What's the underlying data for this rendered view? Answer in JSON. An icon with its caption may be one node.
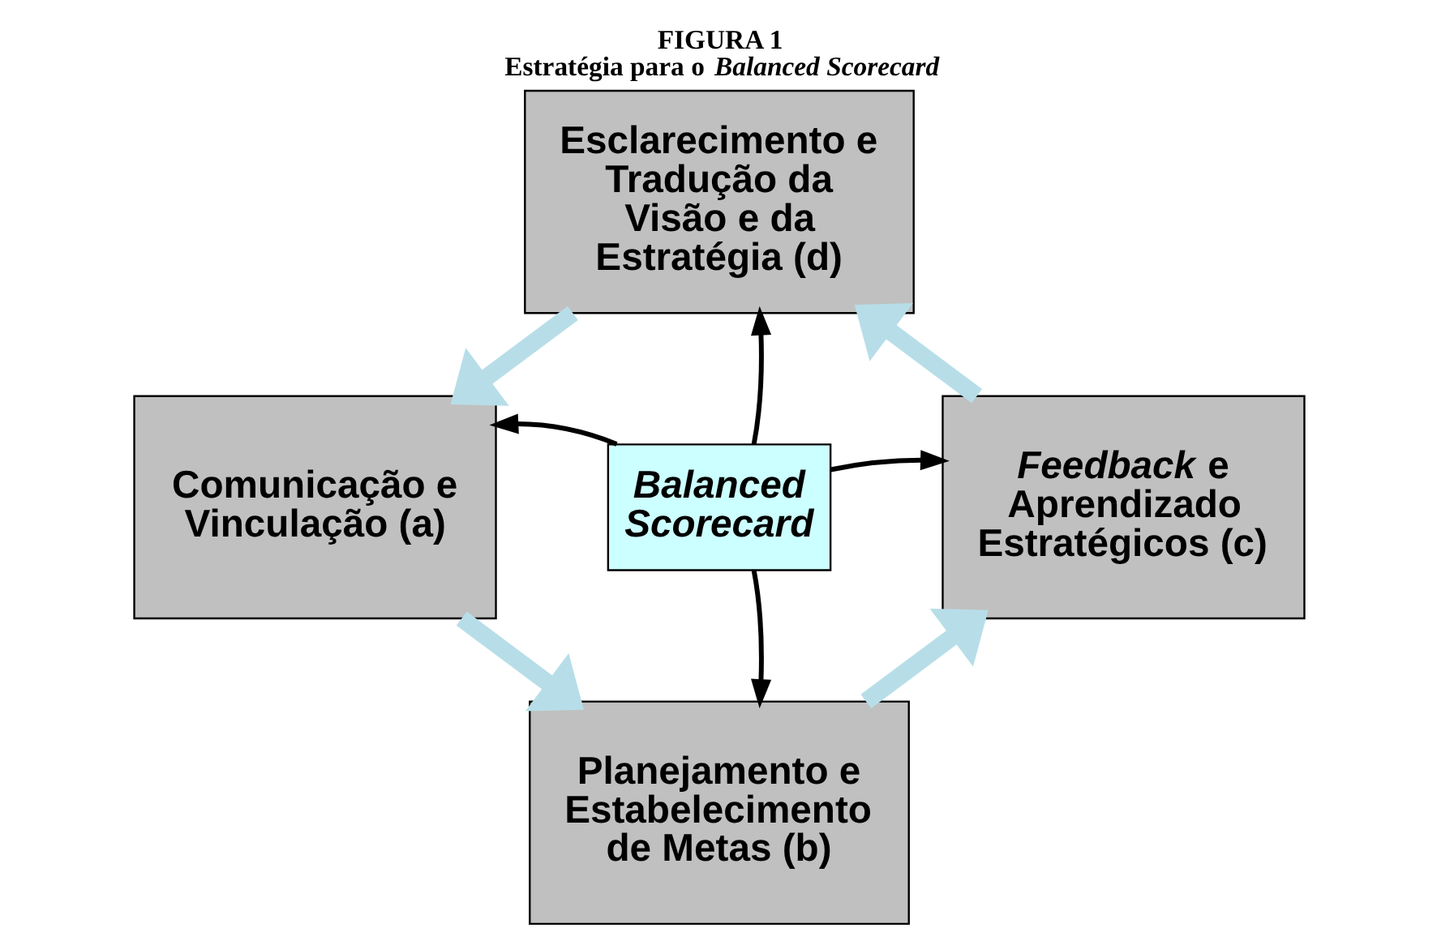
{
  "diagram": {
    "title": "FIGURA 1",
    "caption": "Estratégia para o *Balanced Scorecard*",
    "nodes": [
      {
        "text": [
          "Esclarecimento e Tradução da Visão e da Estratégia (d)"
        ]
      },
      {
        "text": [
          "Comunicação e Vinculação (a)"
        ]
      },
      {
        "text": [
          "*Balanced Scorecard*"
        ]
      },
      {
        "text": [
          "*Feedback* e Aprendizado Estratégicos (c)"
        ]
      },
      {
        "text": [
          "Planejamento e Estabelecimento de Metas (b)"
        ]
      }
    ],
    "edges": [
      {
        "from": 2,
        "to": 0,
        "arrow": "to"
      },
      {
        "from": 2,
        "to": 1,
        "arrow": "to"
      },
      {
        "from": 2,
        "to": 3,
        "arrow": "to"
      },
      {
        "from": 2,
        "to": 4,
        "arrow": "to"
      },
      {
        "from": 0,
        "to": 1,
        "arrow": "to",
        "style": "thick",
        "color": "#b7dee8"
      },
      {
        "from": 1,
        "to": 4,
        "arrow": "to",
        "style": "thick",
        "color": "#b7dee8"
      },
      {
        "from": 4,
        "to": 3,
        "arrow": "to",
        "style": "thick",
        "color": "#b7dee8"
      },
      {
        "from": 3,
        "to": 0,
        "arrow": "to",
        "style": "thick",
        "color": "#b7dee8"
      }
    ]
  }
}
